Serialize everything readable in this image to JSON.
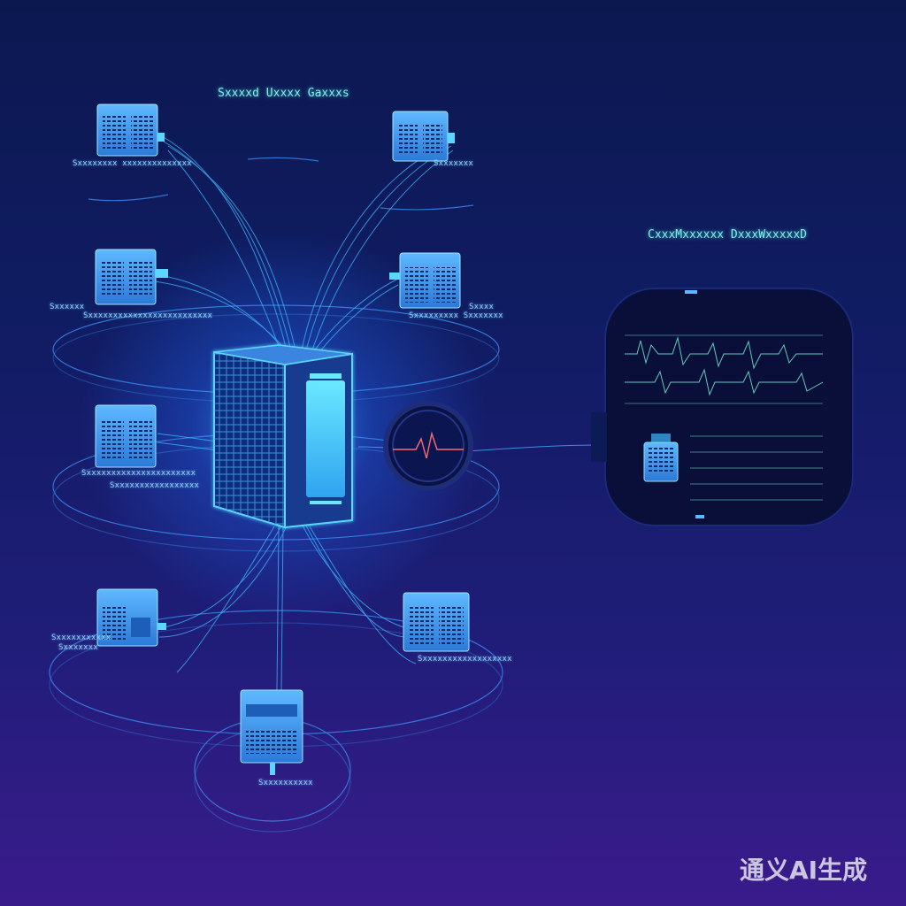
{
  "diagram": {
    "title": "Sxxxxd Uxxxx Gaxxxs",
    "monitor_title": "CxxxMxxxxxx DxxxWxxxxxD",
    "central_server_icon": "server-tower-icon",
    "pulse_icon": "heartbeat-icon",
    "nodes": [
      {
        "id": "node-top-left",
        "icon": "server-rack-icon",
        "label": "Sxxxxxxxx xxxxxxxxxxxxxx"
      },
      {
        "id": "node-top-right",
        "icon": "server-rack-icon",
        "label": "Sxxxxxxx"
      },
      {
        "id": "node-mid-left",
        "icon": "server-rack-icon",
        "label": "Sxxxxxx",
        "label2": "Sxxxxxxxxxxxxxxxxxxxxxxxxx"
      },
      {
        "id": "node-mid-right",
        "icon": "server-rack-icon",
        "label": "Sxxxx",
        "label2": "Sxxxxxxxxx Sxxxxxxx"
      },
      {
        "id": "node-center-left",
        "icon": "server-rack-icon",
        "label": "Sxxxxxxxxxxxxxxxxxxxxxx",
        "label2": "Sxxxxxxxxxxxxxxxxx"
      },
      {
        "id": "node-low-left",
        "icon": "server-rack-icon",
        "label": "Sxxxxxxxxxxx",
        "label2": "Sxxxxxxx"
      },
      {
        "id": "node-low-right",
        "icon": "server-rack-icon",
        "label": "Sxxxxxxxxxxxxxxxxxx"
      },
      {
        "id": "node-bottom",
        "icon": "server-rack-icon",
        "label": "Sxxxxxxxxxx"
      }
    ]
  },
  "watermark": {
    "text": "通义AI生成"
  },
  "colors": {
    "accent": "#3fb8ff",
    "glow": "#5ad6ff",
    "monitor_text": "#7ff2e6",
    "background_top": "#0b1850",
    "background_bottom": "#3a1b8c"
  }
}
